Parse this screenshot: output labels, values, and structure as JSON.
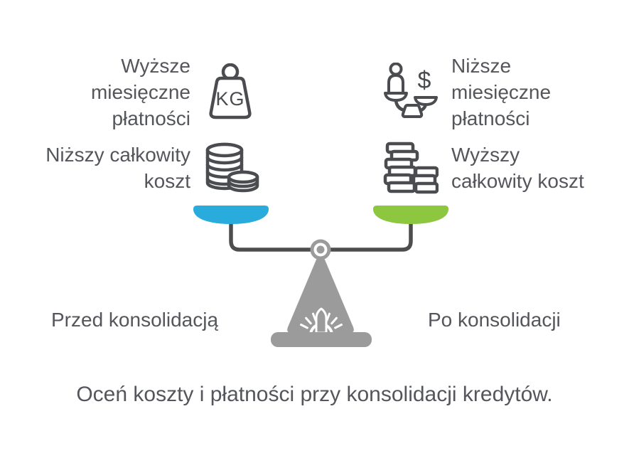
{
  "colors": {
    "text": "#54565b",
    "icon_stroke": "#4a4c50",
    "beam": "#4d4d4d",
    "scale_body": "#9b9b9b",
    "pan_left_blue": "#29abdc",
    "pan_right_green": "#8dc63f",
    "background": "#ffffff"
  },
  "items": {
    "left_top": {
      "lines": [
        "Wyższe",
        "miesięczne",
        "płatności"
      ],
      "icon": "kg-weight"
    },
    "left_bottom": {
      "lines": [
        "Niższy całkowity",
        "koszt"
      ],
      "icon": "coin-stack"
    },
    "right_top": {
      "lines": [
        "Niższe",
        "miesięczne",
        "płatności"
      ],
      "icon": "balance-person-dollar"
    },
    "right_bottom": {
      "lines": [
        "Wyższy",
        "całkowity koszt"
      ],
      "icon": "rect-coin-stacks"
    }
  },
  "icon_glyphs": {
    "kg_label": "KG",
    "dollar_sign": "$"
  },
  "scale": {
    "left_caption": "Przed konsolidacją",
    "right_caption": "Po konsolidacji"
  },
  "footer": {
    "caption": "Oceń koszty i płatności przy konsolidacji kredytów."
  }
}
